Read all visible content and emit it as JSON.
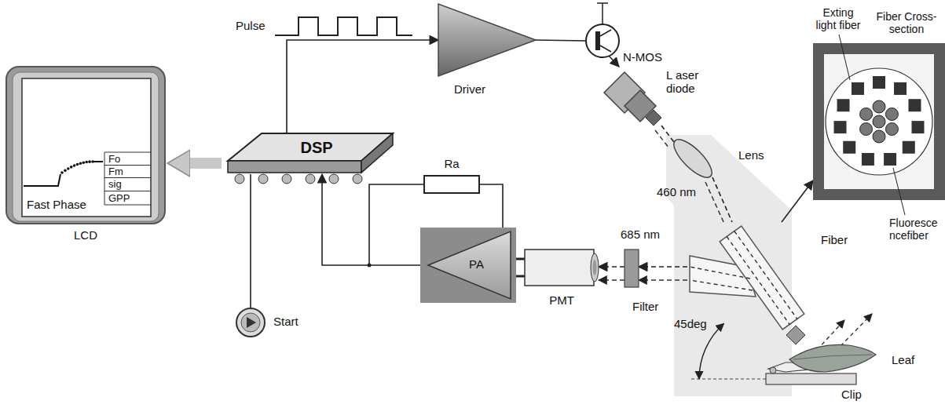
{
  "diagram": {
    "nodes": [
      {
        "text": [
          "LCD"
        ]
      },
      {
        "text": [
          "DSP"
        ]
      },
      {
        "text": [
          "Start"
        ]
      },
      {
        "text": [
          "Driver"
        ]
      },
      {
        "text": [
          "N-MOS"
        ]
      },
      {
        "text": [
          "L aser diode"
        ]
      },
      {
        "text": [
          "Lens"
        ]
      },
      {
        "text": [
          "Ra"
        ]
      },
      {
        "text": [
          "PA"
        ]
      },
      {
        "text": [
          "PMT"
        ]
      },
      {
        "text": [
          "Filter"
        ]
      },
      {
        "text": [
          "Fiber"
        ]
      },
      {
        "text": [
          "Clip"
        ]
      },
      {
        "text": [
          "Leaf"
        ]
      },
      {
        "text": [
          "Fiber Cross-section"
        ]
      }
    ],
    "edges": [
      {
        "from": 1,
        "to": 0,
        "arrow": "to"
      },
      {
        "from": 1,
        "to": 3,
        "arrow": "to"
      },
      {
        "from": 3,
        "to": 4,
        "arrow": "none"
      },
      {
        "from": 4,
        "to": 5,
        "arrow": "to"
      },
      {
        "from": 5,
        "to": 6,
        "arrow": "none"
      },
      {
        "from": 6,
        "to": 11,
        "arrow": "none"
      },
      {
        "from": 11,
        "to": 10,
        "arrow": "to"
      },
      {
        "from": 10,
        "to": 9,
        "arrow": "to"
      },
      {
        "from": 9,
        "to": 8,
        "arrow": "none"
      },
      {
        "from": 8,
        "to": 1,
        "arrow": "to"
      },
      {
        "from": 2,
        "to": 1,
        "arrow": "none"
      },
      {
        "from": 7,
        "to": 8,
        "arrow": "none"
      },
      {
        "from": 11,
        "to": 14,
        "arrow": "to"
      }
    ],
    "labels": [
      "Pulse",
      "Fo",
      "Fm",
      "sig",
      "GPP",
      "Fast Phase",
      "460 nm",
      "685 nm",
      "45deg",
      "Exting light fiber",
      "Fluoresce ncefiber"
    ]
  }
}
